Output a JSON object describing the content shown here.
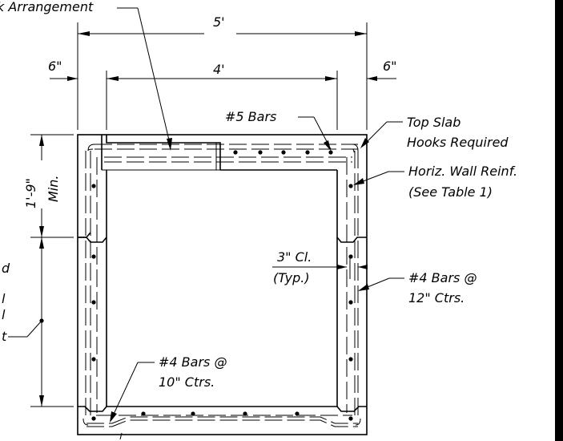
{
  "labels": {
    "frame_arrangement": "k Arrangement",
    "dim_5ft": "5'",
    "dim_4ft": "4'",
    "dim_6in_left": "6\"",
    "dim_6in_right": "6\"",
    "dim_1ft9in": "1'-9\"",
    "dim_min": "Min.",
    "bars_5": "#5 Bars",
    "top_slab_1": "Top Slab",
    "top_slab_2": "Hooks Required",
    "horiz_wall_1": "Horiz. Wall Reinf.",
    "horiz_wall_2": "(See Table 1)",
    "clear_1": "3\" Cl.",
    "clear_2": "(Typ.)",
    "bars_4_12_1": "#4 Bars @",
    "bars_4_12_2": "12\" Ctrs.",
    "bars_4_10_1": "#4 Bars @",
    "bars_4_10_2": "10\" Ctrs.",
    "left_partial_1": "d",
    "left_partial_2": "l",
    "left_partial_3": "l",
    "left_partial_4": "t"
  },
  "colors": {
    "ink": "#000000",
    "paper": "#ffffff"
  }
}
